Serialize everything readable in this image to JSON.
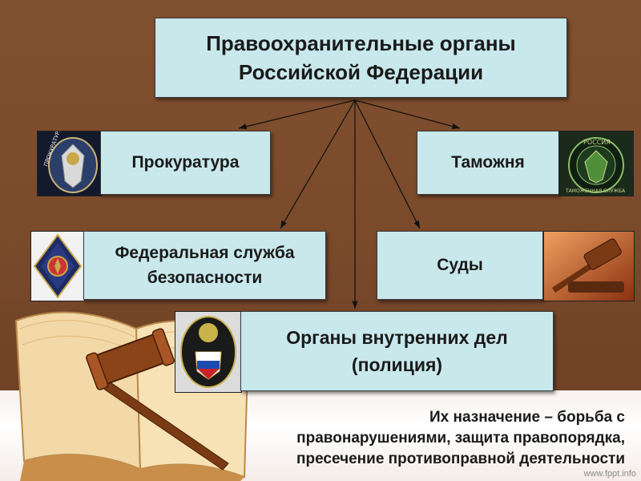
{
  "diagram": {
    "title_lines": [
      "Правоохранительные органы",
      "Российской Федерации"
    ],
    "nodes": {
      "prokuratura": "Прокуратура",
      "tamozhnya": "Таможня",
      "fsb_lines": [
        "Федеральная служба",
        "безопасности"
      ],
      "sudy": "Суды",
      "mvd_lines": [
        "Органы внутренних дел",
        "(полиция)"
      ]
    }
  },
  "caption_lines": [
    "Их назначение – борьба с",
    "правонарушениями, защита правопорядка,",
    "пресечение противоправной деятельности"
  ],
  "watermark": "www.fppt.info",
  "emblem_texts": {
    "prokuratura": "ПРОКУРАТУРА",
    "tamozhnya_top": "РОССИЯ",
    "tamozhnya_bottom": "ТАМОЖЕННАЯ СЛУЖБА"
  },
  "colors": {
    "background_brown": "#7a4a2c",
    "box_fill": "#c8e8ec",
    "bottom_band": "#ffffff"
  }
}
